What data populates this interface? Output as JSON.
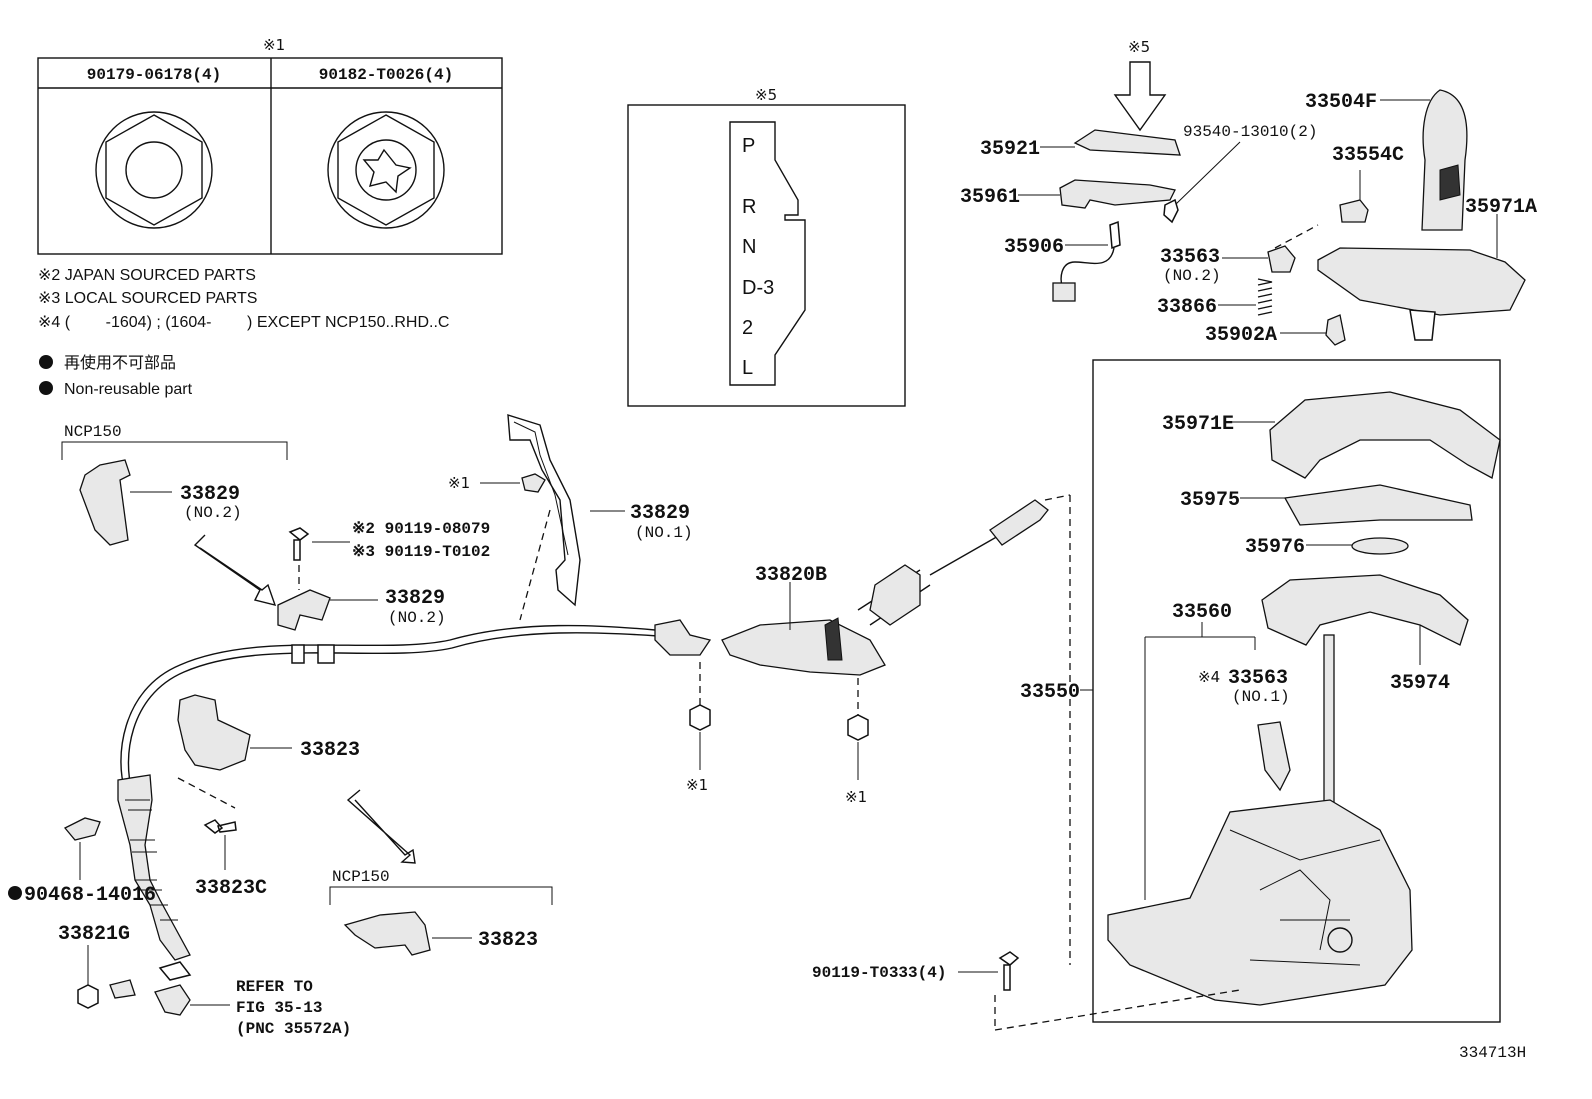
{
  "fastener_table": {
    "mark": "※1",
    "col1_part": "90179-06178(4)",
    "col2_part": "90182-T0026(4)"
  },
  "notes": {
    "note2": "※2 JAPAN SOURCED PARTS",
    "note3": "※3 LOCAL SOURCED PARTS",
    "note4": "※4 (        -1604) ; (1604-        ) EXCEPT NCP150..RHD..C",
    "legend_jp": "再使用不可部品",
    "legend_en": "Non-reusable part"
  },
  "gate_plate": {
    "mark": "※5",
    "positions": [
      "P",
      "R",
      "N",
      "D-3",
      "2",
      "L"
    ]
  },
  "callouts": {
    "p33504F": "33504F",
    "p33554C": "33554C",
    "p35971A": "35971A",
    "p35921": "35921",
    "p93540": "93540-13010(2)",
    "p35961": "35961",
    "p35906": "35906",
    "p33563_no2": "33563",
    "p33563_no2_sub": "(NO.2)",
    "p33866": "33866",
    "p35902A": "35902A",
    "p35971E": "35971E",
    "p35975": "35975",
    "p35976": "35976",
    "p33560": "33560",
    "p35974": "35974",
    "p33550": "33550",
    "p33563_no1_mark": "※4",
    "p33563_no1": "33563",
    "p33563_no1_sub": "(NO.1)",
    "p90119_t0333": "90119-T0333(4)",
    "mark5_top": "※5",
    "ncp150_a": "NCP150",
    "p33829_no2_a": "33829",
    "p33829_no2_a_sub": "(NO.2)",
    "p90119_08079": "※2 90119-08079",
    "p90119_t0102": "※3 90119-T0102",
    "p33829_no2_b": "33829",
    "p33829_no2_b_sub": "(NO.2)",
    "mark1_clip": "※1",
    "p33829_no1": "33829",
    "p33829_no1_sub": "(NO.1)",
    "p33820B": "33820B",
    "mark1_nut_a": "※1",
    "mark1_nut_b": "※1",
    "p33823_a": "33823",
    "p33823C": "33823C",
    "p90468": "90468-14016",
    "p33821G": "33821G",
    "refer_1": "REFER TO",
    "refer_2": "FIG 35-13",
    "refer_3": "(PNC 35572A)",
    "ncp150_b": "NCP150",
    "p33823_b": "33823",
    "figure_id": "334713H"
  }
}
